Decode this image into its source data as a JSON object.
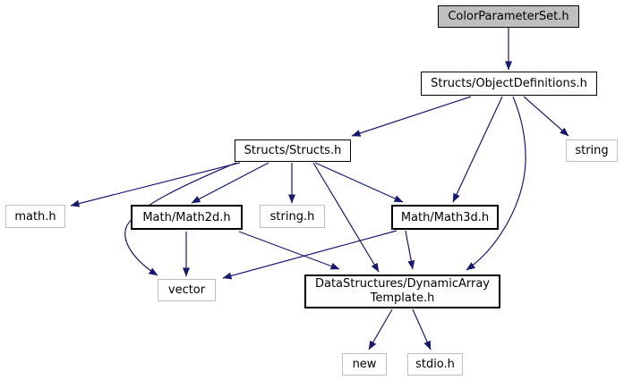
{
  "diagram": {
    "type": "include-dependency-graph",
    "colors": {
      "edge": "#191970",
      "current_node_fill": "#bfbfbf",
      "internal_node_border": "#000000",
      "external_node_border": "#bfbfbf",
      "background": "#ffffff"
    },
    "nodes": {
      "color_parameter_set": {
        "label": "ColorParameterSet.h"
      },
      "object_definitions": {
        "label": "Structs/ObjectDefinitions.h"
      },
      "string_node": {
        "label": "string"
      },
      "structs": {
        "label": "Structs/Structs.h"
      },
      "math_h": {
        "label": "math.h"
      },
      "math2d": {
        "label": "Math/Math2d.h"
      },
      "string_h": {
        "label": "string.h"
      },
      "math3d": {
        "label": "Math/Math3d.h"
      },
      "vector": {
        "label": "vector"
      },
      "dynamic_array": {
        "lines": [
          "DataStructures/DynamicArray",
          "Template.h"
        ]
      },
      "new_node": {
        "label": "new"
      },
      "stdio_h": {
        "label": "stdio.h"
      }
    },
    "edges": [
      {
        "from": "ColorParameterSet.h",
        "to": "Structs/ObjectDefinitions.h"
      },
      {
        "from": "Structs/ObjectDefinitions.h",
        "to": "Structs/Structs.h"
      },
      {
        "from": "Structs/ObjectDefinitions.h",
        "to": "Math/Math3d.h"
      },
      {
        "from": "Structs/ObjectDefinitions.h",
        "to": "DataStructures/DynamicArrayTemplate.h"
      },
      {
        "from": "Structs/ObjectDefinitions.h",
        "to": "string"
      },
      {
        "from": "Structs/Structs.h",
        "to": "math.h"
      },
      {
        "from": "Structs/Structs.h",
        "to": "Math/Math2d.h"
      },
      {
        "from": "Structs/Structs.h",
        "to": "string.h"
      },
      {
        "from": "Structs/Structs.h",
        "to": "Math/Math3d.h"
      },
      {
        "from": "Structs/Structs.h",
        "to": "vector"
      },
      {
        "from": "Structs/Structs.h",
        "to": "DataStructures/DynamicArrayTemplate.h"
      },
      {
        "from": "Math/Math2d.h",
        "to": "vector"
      },
      {
        "from": "Math/Math2d.h",
        "to": "DataStructures/DynamicArrayTemplate.h"
      },
      {
        "from": "Math/Math3d.h",
        "to": "vector"
      },
      {
        "from": "Math/Math3d.h",
        "to": "DataStructures/DynamicArrayTemplate.h"
      },
      {
        "from": "DataStructures/DynamicArrayTemplate.h",
        "to": "new"
      },
      {
        "from": "DataStructures/DynamicArrayTemplate.h",
        "to": "stdio.h"
      }
    ]
  }
}
